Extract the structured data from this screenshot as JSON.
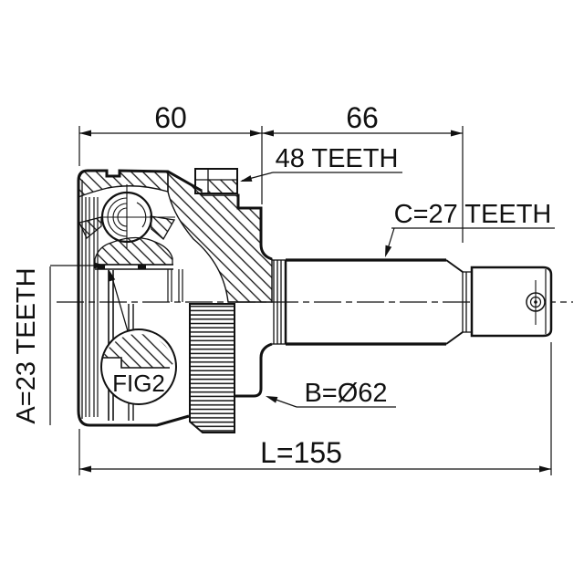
{
  "drawing": {
    "type": "cv-joint-cross-section-technical-drawing",
    "background_color": "#ffffff",
    "line_color": "#111111",
    "labels": {
      "dim_housing_width": "60",
      "dim_shaft_length": "66",
      "abs_ring_teeth": "48 TEETH",
      "outer_spline_teeth": "C=27 TEETH",
      "inner_spline_teeth": "A=23 TEETH",
      "body_diameter": "B=Ø62",
      "overall_length": "L=155",
      "detail_reference": "FIG2"
    }
  }
}
